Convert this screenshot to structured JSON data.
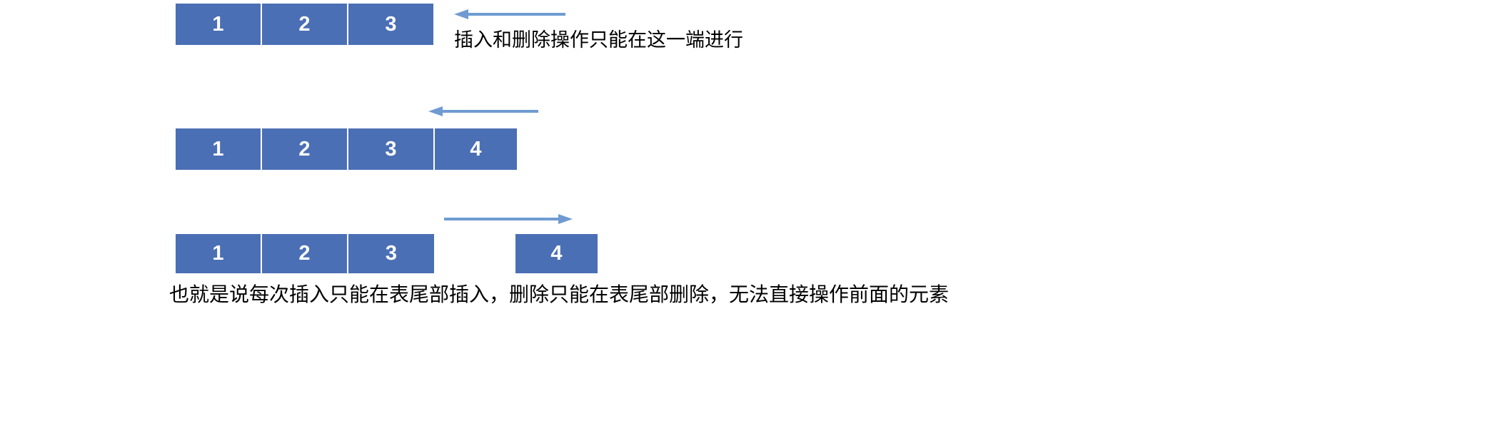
{
  "figure": {
    "title_text_row1": "插入和删除操作只能在这一端进行",
    "caption_bottom": "也就是说每次插入只能在表尾部插入，删除只能在表尾部删除，无法直接操作前面的元素",
    "colors": {
      "cell_fill": "#4A6FB5",
      "cell_text": "#FFFFFF",
      "arrow": "#6F9BD2",
      "caption_text": "#000000",
      "background": "#FFFFFF"
    }
  },
  "rows": [
    {
      "id": "row-1",
      "cells": [
        {
          "label": "1"
        },
        {
          "label": "2"
        },
        {
          "label": "3"
        }
      ],
      "arrow": {
        "direction": "left",
        "name": "arrow-left-row1"
      },
      "caption": "插入和删除操作只能在这一端进行"
    },
    {
      "id": "row-2",
      "cells": [
        {
          "label": "1"
        },
        {
          "label": "2"
        },
        {
          "label": "3"
        },
        {
          "label": "4"
        }
      ],
      "arrow": {
        "direction": "left",
        "name": "arrow-left-row2"
      },
      "caption": ""
    },
    {
      "id": "row-3",
      "cells": [
        {
          "label": "1"
        },
        {
          "label": "2"
        },
        {
          "label": "3"
        }
      ],
      "detached_cell": {
        "label": "4"
      },
      "arrow": {
        "direction": "right",
        "name": "arrow-right-row3"
      },
      "caption": ""
    }
  ]
}
